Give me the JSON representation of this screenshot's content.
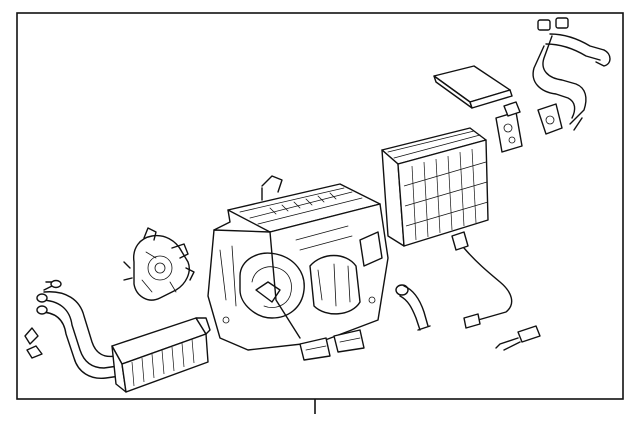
{
  "diagram": {
    "background": "#ffffff",
    "line_color": "#111111",
    "parts": [
      "heater-core",
      "blower-damper-servo",
      "heater-ac-unit-housing",
      "evaporator",
      "air-filter",
      "expansion-valve",
      "cooler-tubes",
      "thermistor",
      "drain-hose",
      "wire-harness-connector"
    ]
  }
}
